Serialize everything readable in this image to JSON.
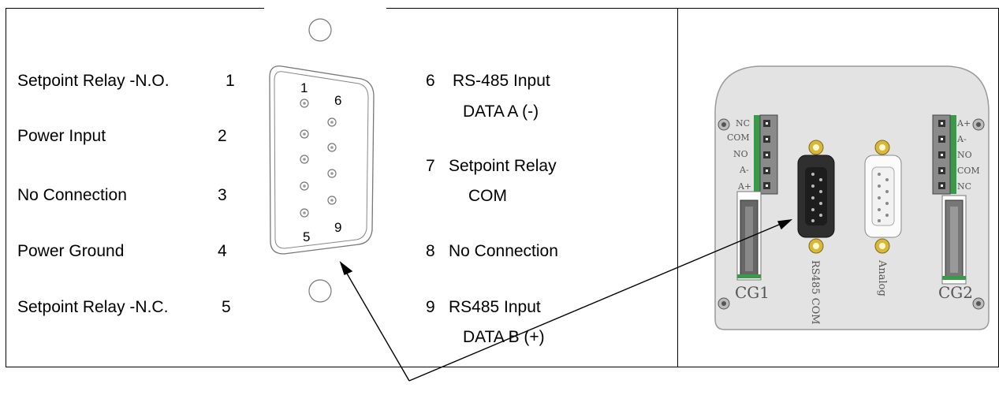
{
  "left_pins": [
    {
      "label": "Setpoint Relay -N.O.",
      "num": "1"
    },
    {
      "label": "Power Input",
      "num": "2"
    },
    {
      "label": "No Connection",
      "num": "3"
    },
    {
      "label": "Power Ground",
      "num": "4"
    },
    {
      "label": "Setpoint Relay -N.C.",
      "num": "5"
    }
  ],
  "right_pins": [
    {
      "num": "6",
      "line1": "RS-485 Input",
      "line2": "DATA A (-)"
    },
    {
      "num": "7",
      "line1": "Setpoint Relay",
      "line2": "COM"
    },
    {
      "num": "8",
      "line1": "No Connection",
      "line2": ""
    },
    {
      "num": "9",
      "line1": "RS485 Input",
      "line2": "DATA B (+)"
    }
  ],
  "connector_labels": {
    "pin1": "1",
    "pin5": "5",
    "pin6": "6",
    "pin9": "9"
  },
  "device": {
    "terminal_left": [
      "NC",
      "COM",
      "NO",
      "A-",
      "A+"
    ],
    "terminal_right": [
      "A+",
      "A-",
      "NO",
      "COM",
      "NC"
    ],
    "cg1": "CG1",
    "cg2": "CG2",
    "port_com": "RS485 COM",
    "port_analog": "Analog"
  },
  "colors": {
    "terminal_green": "#3a9a4a",
    "gold": "#d8b83a",
    "plate": "#e4e4e4"
  }
}
